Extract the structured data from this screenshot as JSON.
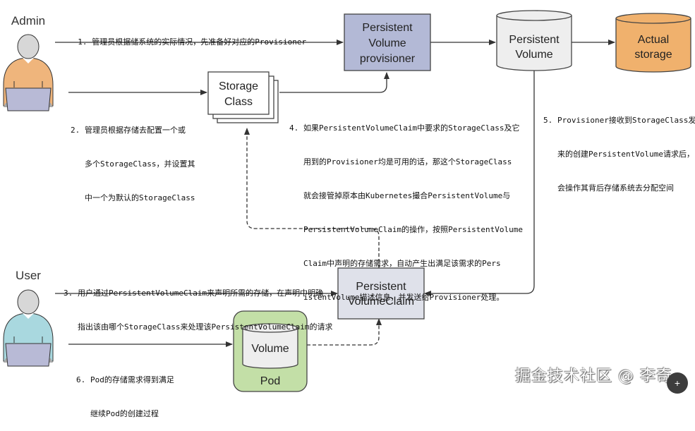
{
  "actors": {
    "admin": {
      "label": "Admin",
      "shirt_color": "#efb57c"
    },
    "user": {
      "label": "User",
      "shirt_color": "#a9d8df"
    }
  },
  "nodes": {
    "provisioner": {
      "lines": [
        "Persistent",
        "Volume",
        "provisioner"
      ],
      "fill": "#b3b9d6"
    },
    "persistent_volume": {
      "lines": [
        "Persistent",
        "Volume"
      ],
      "fill": "#eeeeee"
    },
    "actual_storage": {
      "lines": [
        "Actual",
        "storage"
      ],
      "fill": "#f0b16d"
    },
    "storage_class": {
      "lines": [
        "Storage",
        "Class"
      ],
      "fill": "#ffffff"
    },
    "pvc": {
      "lines": [
        "Persistent",
        "VolumeClaim"
      ],
      "fill": "#dfe1ea"
    },
    "pod": {
      "label": "Pod",
      "fill": "#c3dfa7"
    },
    "pod_volume": {
      "label": "Volume",
      "fill": "#eeeeee"
    }
  },
  "steps": [
    {
      "num": "1.",
      "lines": [
        "管理员根据储系统的实际情况，先准备好对应的Provisioner"
      ]
    },
    {
      "num": "2.",
      "lines": [
        "管理员根据存储去配置一个或",
        "多个StorageClass，并设置其",
        "中一个为默认的StorageClass"
      ]
    },
    {
      "num": "3.",
      "lines": [
        "用户通过PersistentVolumeClaim来声明所需的存储，在声明中明确",
        "指出该由哪个StorageClass来处理该PersistentVolumeClaim的请求"
      ]
    },
    {
      "num": "4.",
      "lines": [
        "如果PersistentVolumeClaim中要求的StorageClass及它",
        "用到的Provisioner均是可用的话，那这个StorageClass",
        "就会接管掉原本由Kubernetes撮合PersistentVolume与",
        "PersistentVolumeClaim的操作，按照PersistentVolume",
        "Claim中声明的存储需求，自动产生出满足该需求的Pers",
        "istentVolume描述信息，并发送给Provisioner处理。"
      ]
    },
    {
      "num": "5.",
      "lines": [
        "Provisioner接收到StorageClass发",
        "来的创建PersistentVolume请求后，",
        "会操作其背后存储系统去分配空间"
      ]
    },
    {
      "num": "6.",
      "lines": [
        "Pod的存储需求得到满足",
        "继续Pod的创建过程"
      ]
    }
  ],
  "watermark": {
    "text": "掘金技术社区 @ 李奇",
    "badge_icon": "+"
  }
}
